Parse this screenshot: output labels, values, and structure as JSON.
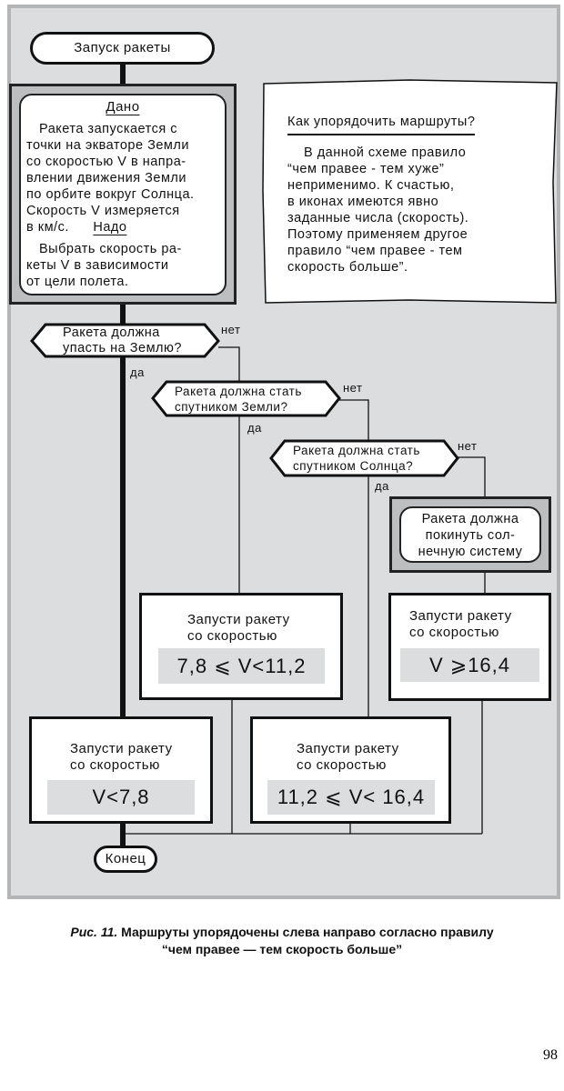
{
  "start": "Запуск ракеты",
  "given": {
    "title": "Дано",
    "text": "Ракета запускается с точки на экваторе Земли со скоростью V в направлении движения Земли по орбите вокруг Солнца. Скорость V измеряется в км/с.",
    "lines": [
      "Ракета запускается с",
      "точки на экваторе Земли",
      "со скоростью V в напра-",
      "влении движения Земли",
      "по орбите вокруг Солнца.",
      "Скорость V измеряется",
      "в км/с."
    ],
    "need_title": "Надо",
    "need_lines": [
      "Выбрать скорость ра-",
      "кеты V в зависимости",
      "от цели полета."
    ]
  },
  "comment": {
    "title": "Как упорядочить маршруты?",
    "lines": [
      "В данной схеме правило",
      "“чем правее - тем хуже”",
      "неприменимо. К счастью,",
      "в иконах имеются явно",
      "заданные числа (скорость).",
      "Поэтому применяем другое",
      "правило “чем правее - тем",
      "скорость больше”."
    ]
  },
  "questions": [
    {
      "lines": [
        "Ракета должна",
        "упасть на Землю?"
      ],
      "no": "нет",
      "yes": "да"
    },
    {
      "lines": [
        "Ракета должна стать",
        "спутником Земли?"
      ],
      "no": "нет",
      "yes": "да"
    },
    {
      "lines": [
        "Ракета должна стать",
        "спутником Солнца?"
      ],
      "no": "нет",
      "yes": "да"
    }
  ],
  "leave": [
    "Ракета должна",
    "покинуть сол-",
    "нечную систему"
  ],
  "actions": [
    {
      "lines": [
        "Запусти ракету",
        "со скоростью"
      ],
      "formula": "7,8 ⩽ V<11,2"
    },
    {
      "lines": [
        "Запусти ракету",
        "со скоростью"
      ],
      "formula": "V ⩾16,4"
    },
    {
      "lines": [
        "Запусти ракету",
        "со скоростью"
      ],
      "formula": "V<7,8"
    },
    {
      "lines": [
        "Запусти ракету",
        "со скоростью"
      ],
      "formula": "11,2 ⩽ V< 16,4"
    }
  ],
  "end": "Конец",
  "caption": {
    "label": "Рис. 11.",
    "line1": "Маршруты упорядочены слева направо согласно правилу",
    "line2": "“чем правее — тем скорость больше”"
  },
  "page_number": "98"
}
